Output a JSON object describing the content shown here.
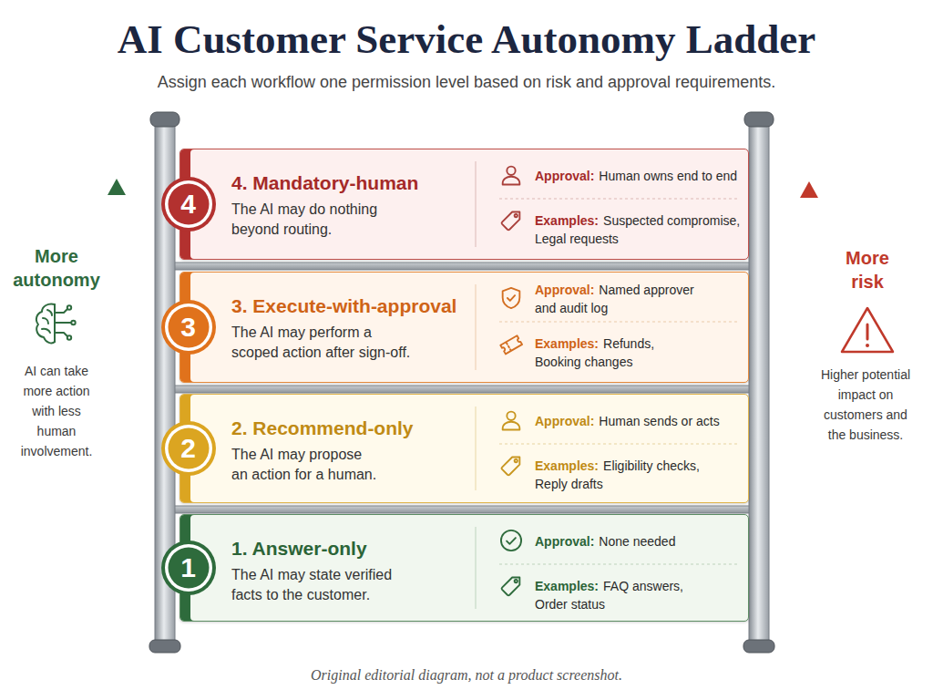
{
  "diagram": {
    "title": "AI Customer Service Autonomy Ladder",
    "caption": "Original editorial diagram, not a product screenshot.",
    "nodes": [
      {
        "text": [
          "4. Mandatory-human",
          "The AI may do nothing beyond routing.",
          "Approval:",
          "Human owns end to end",
          "Examples:",
          "Suspected compromise, Legal requests"
        ]
      },
      {
        "text": [
          "4"
        ],
        "in": 0
      },
      {
        "text": [
          "3. Execute-with-approval",
          "The AI may perform a scoped action after sign-off.",
          "Approval:",
          "Named approver and audit log",
          "Examples:",
          "Refunds, Booking changes"
        ]
      },
      {
        "text": [
          "3"
        ],
        "in": 2
      },
      {
        "text": [
          "2. Recommend-only",
          "The AI may propose an action for a human.",
          "Approval:",
          "Human sends or acts",
          "Examples:",
          "Eligibility checks, Reply drafts"
        ]
      },
      {
        "text": [
          "2"
        ],
        "in": 4
      },
      {
        "text": [
          "1. Answer-only",
          "The AI may state verified facts to the customer.",
          "Approval:",
          "None needed",
          "Examples:",
          "FAQ answers, Order status"
        ]
      },
      {
        "text": [
          "1"
        ],
        "in": 6
      }
    ],
    "labels": [
      "Assign each workflow one permission level based on risk and approval requirements.",
      "More autonomy",
      "AI can take more action with less human involvement.",
      "More risk",
      "Higher potential impact on customers and the business."
    ]
  }
}
